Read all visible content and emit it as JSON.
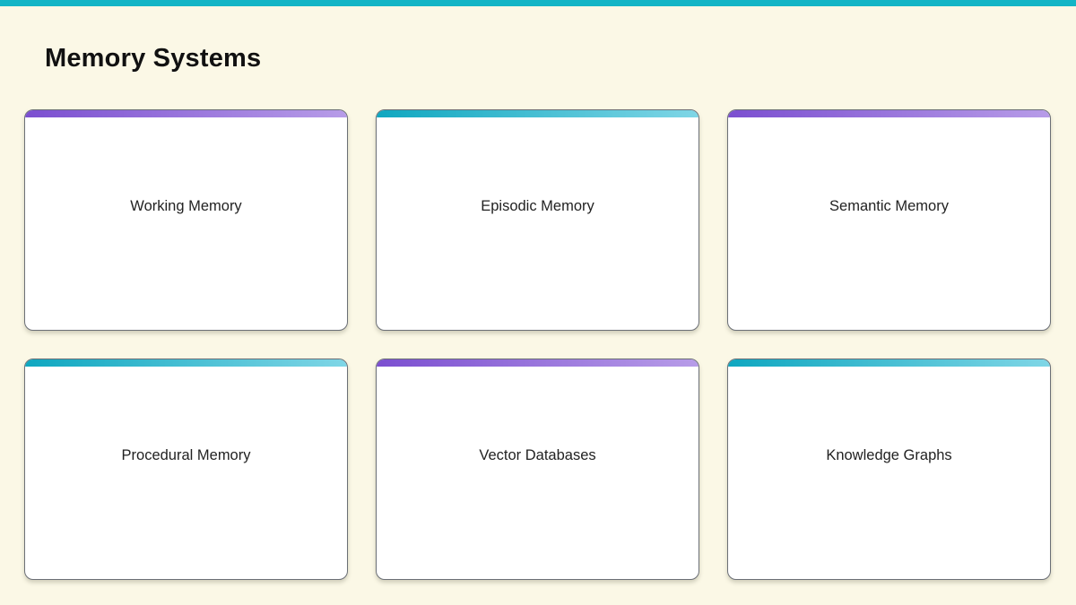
{
  "page": {
    "title": "Memory Systems",
    "background_color": "#fbf8e6",
    "topbar_color": "#13b5c6"
  },
  "accents": {
    "purple": {
      "from": "#7b4fd0",
      "to": "#b79ce8"
    },
    "teal": {
      "from": "#0fa7c0",
      "to": "#7fd6e6"
    }
  },
  "cards": [
    {
      "label": "Working Memory",
      "accent": "purple"
    },
    {
      "label": "Episodic Memory",
      "accent": "teal"
    },
    {
      "label": "Semantic Memory",
      "accent": "purple"
    },
    {
      "label": "Procedural Memory",
      "accent": "teal"
    },
    {
      "label": "Vector Databases",
      "accent": "purple"
    },
    {
      "label": "Knowledge Graphs",
      "accent": "teal"
    }
  ]
}
